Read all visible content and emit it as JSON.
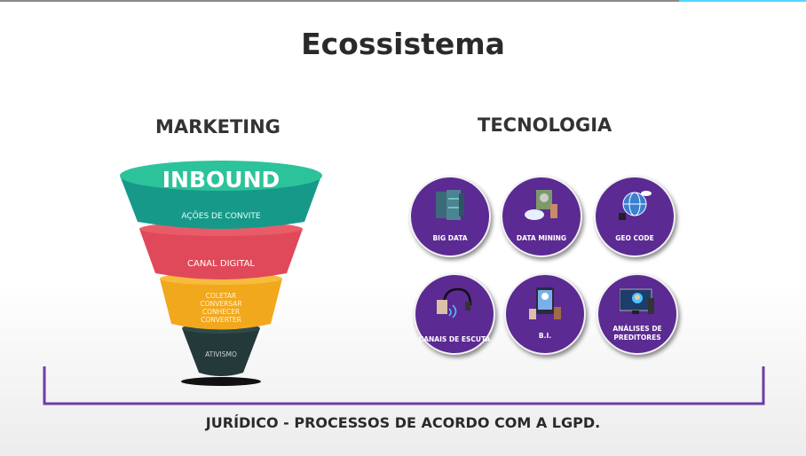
{
  "title": "Ecossistema",
  "marketing": {
    "heading": "MARKETING",
    "funnel": [
      {
        "title": "INBOUND",
        "label": "AÇÕES DE CONVITE",
        "color": "#1fa88e"
      },
      {
        "label": "CANAL DIGITAL",
        "color": "#e0495a"
      },
      {
        "lines": [
          "COLETAR",
          "CONVERSAR",
          "CONHECER",
          "CONVERTER"
        ],
        "color": "#f2a81d"
      },
      {
        "label": "ATIVISMO",
        "color": "#24393a"
      }
    ]
  },
  "tecnologia": {
    "heading": "TECNOLOGIA",
    "items": [
      {
        "label": "BIG DATA",
        "icon": "server-rack-icon"
      },
      {
        "label": "DATA MINING",
        "icon": "hard-drive-cloud-icon"
      },
      {
        "label": "GEO CODE",
        "icon": "globe-icon"
      },
      {
        "label": "CANAIS DE ESCUTA",
        "icon": "headset-icon"
      },
      {
        "label": "B.I.",
        "icon": "tablet-icon"
      },
      {
        "label": "ANÁLISES DE PREDITORES",
        "icon": "monitor-person-icon"
      }
    ]
  },
  "footer": "JURÍDICO - PROCESSOS DE ACORDO COM A LGPD.",
  "colors": {
    "accent": "#6b3fa5",
    "circle": "#5b2a92"
  }
}
